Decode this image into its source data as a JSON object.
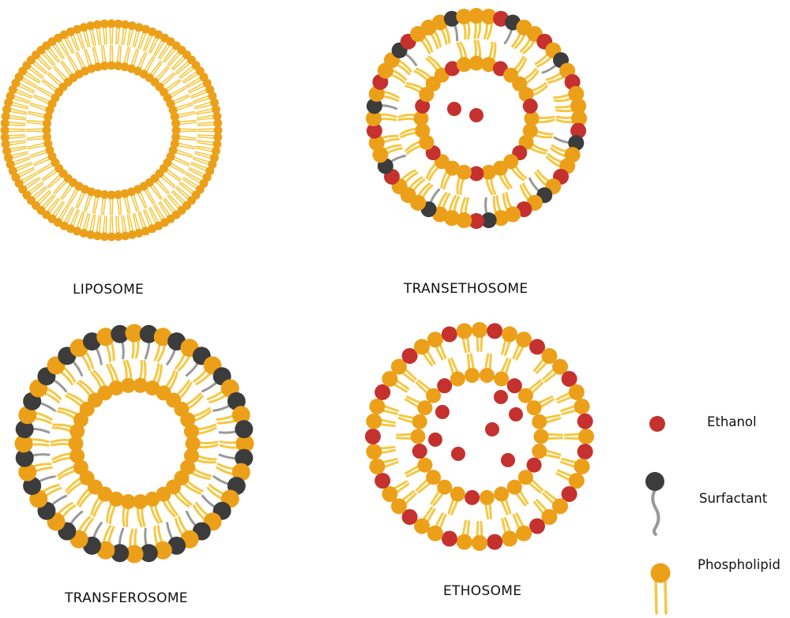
{
  "colors": {
    "phospholipid_head": "#ECA019",
    "phospholipid_tail": "#F5C843",
    "surfactant_head": "#3C3C3C",
    "surfactant_tail": "#999999",
    "ethanol": "#C4312E"
  },
  "vesicles": [
    {
      "id": "liposome",
      "label": "LIPOSOME"
    },
    {
      "id": "transethosome",
      "label": "TRANSETHOSOME"
    },
    {
      "id": "transferosome",
      "label": "TRANSFEROSOME"
    },
    {
      "id": "ethosome",
      "label": "ETHOSOME"
    }
  ],
  "legend": {
    "ethanol": {
      "label": "Ethanol",
      "icon": "ethanol-molecule-icon"
    },
    "surfactant": {
      "label": "Surfactant",
      "icon": "surfactant-molecule-icon"
    },
    "phospholipid": {
      "label": "Phospholipid",
      "icon": "phospholipid-molecule-icon"
    }
  }
}
